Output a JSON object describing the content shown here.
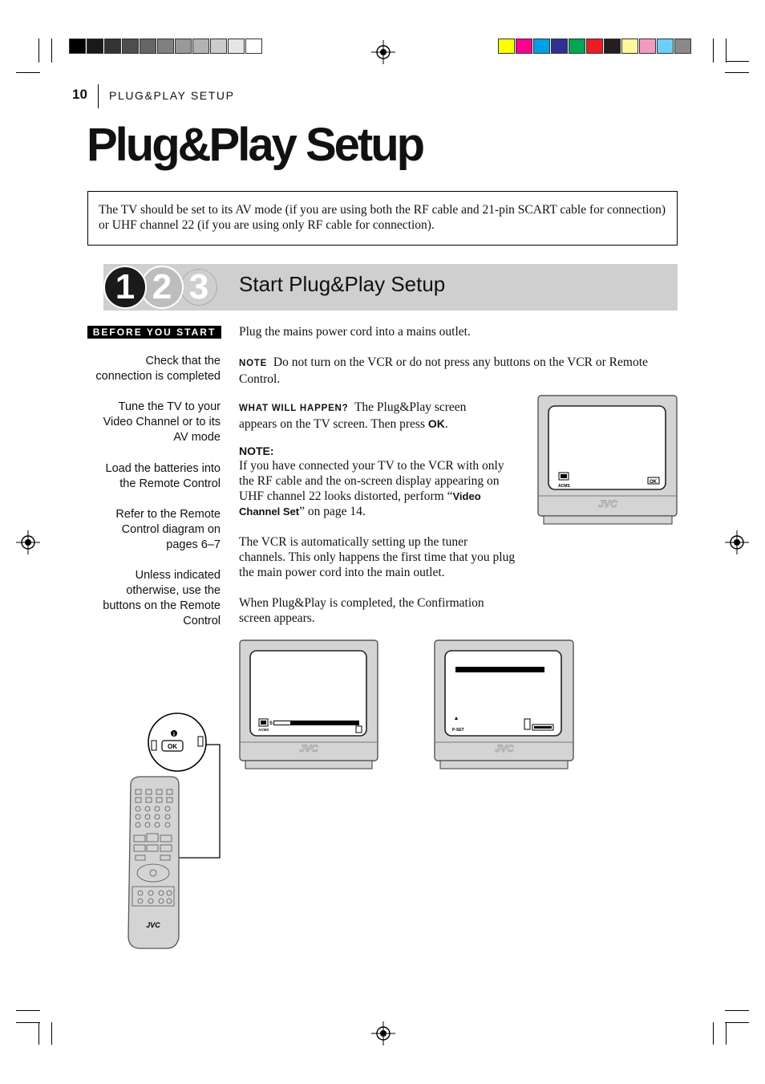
{
  "header": {
    "page_number": "10",
    "running_head": "PLUG&PLAY SETUP",
    "title": "Plug&Play Setup"
  },
  "intro": {
    "text": "The TV should be set to its AV mode (if you are using both the RF cable and 21-pin SCART cable for connection) or UHF channel 22 (if you are using only RF cable for connection)."
  },
  "steps": {
    "numbers": [
      "1",
      "2",
      "3"
    ],
    "heading": "Start Plug&Play Setup"
  },
  "sidebar": {
    "badge": "BEFORE YOU START",
    "items": [
      "Check that the connection is completed",
      "Tune the TV to your Video Channel or to its AV mode",
      "Load the batteries into the Remote Control",
      "Refer to the Remote Control diagram on pages 6–7",
      "Unless indicated otherwise, use the buttons on the Remote Control"
    ]
  },
  "main": {
    "p1": "Plug the mains power cord into a mains outlet.",
    "note_label": "NOTE",
    "note_text": "Do not turn on the VCR or do not press any buttons on the VCR or Remote Control.",
    "what_label": "WHAT WILL HAPPEN?",
    "what_text_a": "The Plug&Play screen appears on the TV screen. Then press ",
    "what_ok": "OK",
    "what_text_b": ".",
    "note2_label": "NOTE:",
    "note2_text_a": "If you have connected your TV to the VCR with only the RF cable and the on-screen display appearing on UHF channel 22 looks distorted, perform “",
    "note2_link": "Video Channel Set",
    "note2_text_b": "” on page 14.",
    "p2": "The VCR is automatically setting up the tuner channels. This only happens the first time that you plug the main power cord into the main outlet.",
    "p3": "When Plug&Play is completed, the Confirmation screen appears."
  },
  "tv_screens": {
    "brand": "JVC",
    "screen1": {
      "icon_label": "ACMS",
      "button": "OK"
    },
    "screen2": {
      "icon_label": "ACMS",
      "bar_start": "S",
      "bar_end": "E"
    },
    "screen3": {
      "icon_label": "P-SET"
    }
  },
  "remote": {
    "brand": "JVC",
    "ok_label": "OK",
    "info_icon": "i"
  },
  "colors": {
    "step_bar": "#cfcfcf",
    "swatches_gray": [
      "#000000",
      "#1a1a1a",
      "#333333",
      "#4d4d4d",
      "#666666",
      "#808080",
      "#999999",
      "#b3b3b3",
      "#cccccc",
      "#e6e6e6",
      "#ffffff"
    ],
    "swatches_color": [
      "#ffff00",
      "#ff0090",
      "#00a0e9",
      "#2e3192",
      "#00a651",
      "#ed1c24",
      "#231f20",
      "#fff799",
      "#f49ac1",
      "#6dcff6",
      "#898989"
    ]
  }
}
